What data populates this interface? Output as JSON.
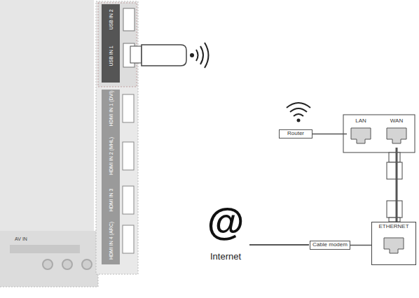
{
  "diagram": {
    "nodes": [
      {
        "text": [
          "Router"
        ]
      },
      {
        "text": [
          "LAN"
        ]
      },
      {
        "text": [
          "WAN"
        ]
      },
      {
        "text": [
          "Cable modem"
        ]
      },
      {
        "text": [
          "ETHERNET"
        ]
      }
    ],
    "edges": [
      {
        "from": 0,
        "to": 1,
        "arrow": "none"
      },
      {
        "from": 2,
        "to": 4,
        "arrow": "none"
      },
      {
        "from": 3,
        "to": 4,
        "arrow": "none"
      }
    ],
    "labels": [
      "USB IN 2",
      "USB IN 1",
      "HDMI IN 1 (DVI)",
      "HDMI IN 2 (MHL)",
      "HDMI IN 3",
      "HDMI IN 4 (ARC)",
      "AV IN",
      "@",
      "Internet"
    ]
  }
}
